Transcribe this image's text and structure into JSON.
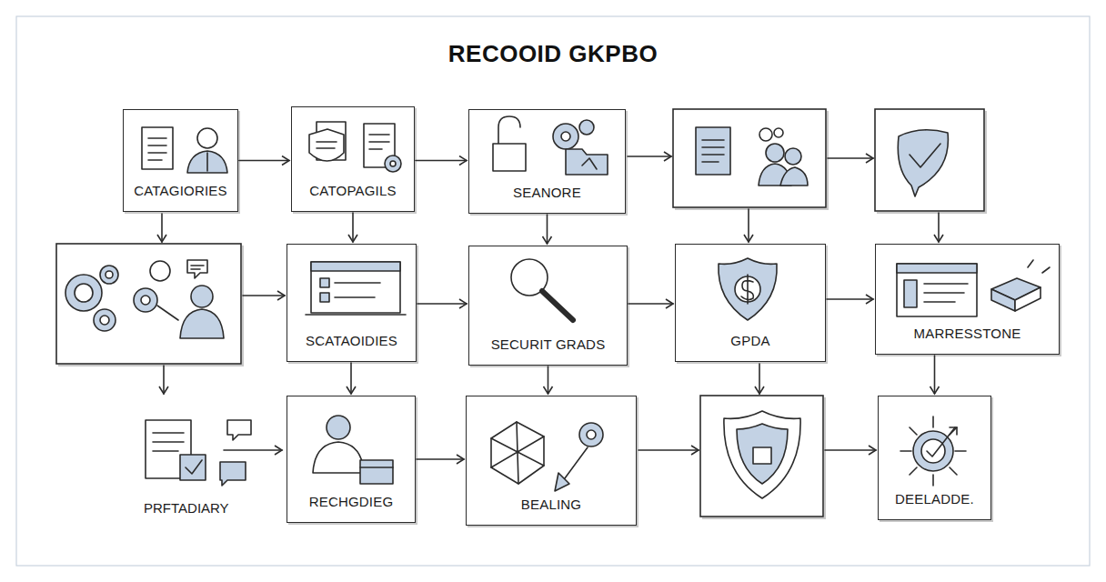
{
  "diagram": {
    "title": "RECOOID GKPBO",
    "nodes": [
      {
        "text": [
          "CATAGIORIES"
        ]
      },
      {
        "text": [
          "CATOPAGILS"
        ]
      },
      {
        "text": [
          "SEANORE"
        ]
      },
      {
        "text": [
          "SCATAOIDIES"
        ]
      },
      {
        "text": [
          "SECURIT GRADS"
        ]
      },
      {
        "text": [
          "GPDA"
        ]
      },
      {
        "text": [
          "MARRESSTONE"
        ]
      },
      {
        "text": [
          "RECHGDIEG"
        ]
      },
      {
        "text": [
          "BEALING"
        ]
      },
      {
        "text": [
          "DEELADDE."
        ]
      }
    ],
    "edges": [
      {
        "from": 0,
        "to": 1,
        "arrow": "to"
      },
      {
        "from": 1,
        "to": 2,
        "arrow": "to"
      },
      {
        "from": 1,
        "to": 3,
        "arrow": "to"
      },
      {
        "from": 2,
        "to": 4,
        "arrow": "to"
      },
      {
        "from": 3,
        "to": 4,
        "arrow": "to"
      },
      {
        "from": 4,
        "to": 5,
        "arrow": "to"
      },
      {
        "from": 5,
        "to": 6,
        "arrow": "to"
      },
      {
        "from": 3,
        "to": 7,
        "arrow": "to"
      },
      {
        "from": 4,
        "to": 8,
        "arrow": "to"
      },
      {
        "from": 6,
        "to": 9,
        "arrow": "to"
      },
      {
        "from": 7,
        "to": 8,
        "arrow": "to"
      }
    ],
    "labels": [
      "PRFTADIARY"
    ]
  }
}
